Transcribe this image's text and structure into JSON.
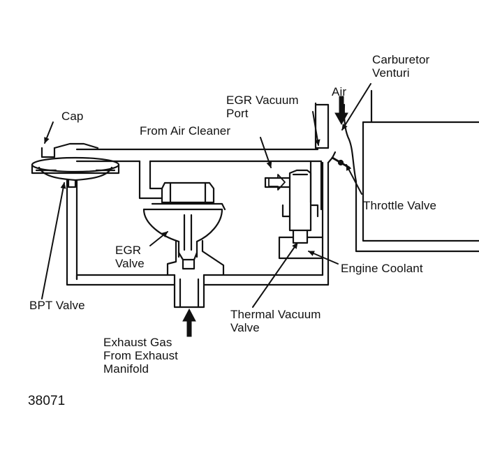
{
  "labels": {
    "cap": "Cap",
    "carburetor_venturi": [
      "Carburetor",
      "Venturi"
    ],
    "air": "Air",
    "egr_vacuum_port": [
      "EGR Vacuum",
      "Port"
    ],
    "from_air_cleaner": "From Air Cleaner",
    "throttle_valve": "Throttle Valve",
    "egr_valve": [
      "EGR",
      "Valve"
    ],
    "engine_coolant": "Engine Coolant",
    "bpt_valve": "BPT Valve",
    "thermal_vacuum_valve": [
      "Thermal Vacuum",
      "Valve"
    ],
    "exhaust_gas": [
      "Exhaust Gas",
      "From Exhaust",
      "Manifold"
    ]
  },
  "figure_number": "38071",
  "colors": {
    "ink": "#111111",
    "paper": "#ffffff"
  }
}
